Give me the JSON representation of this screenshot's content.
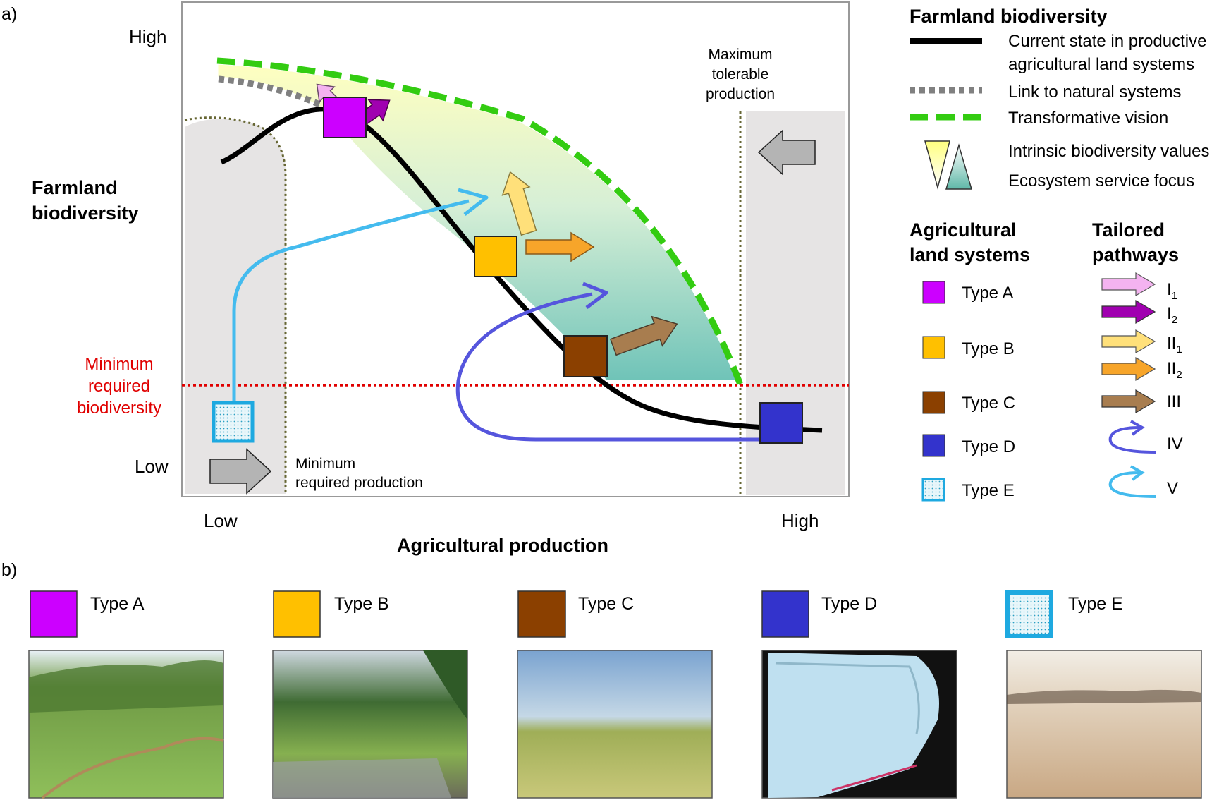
{
  "panel_a": {
    "label": "a)",
    "y_high": "High",
    "y_low": "Low",
    "x_low": "Low",
    "x_high": "High",
    "x_title": "Agricultural production",
    "y_title_line1": "Farmland",
    "y_title_line2": "biodiversity",
    "min_bio_line1": "Minimum",
    "min_bio_line2": "required",
    "min_bio_line3": "biodiversity",
    "min_prod_line1": "Minimum",
    "min_prod_line2": "required production",
    "max_prod_line1": "Maximum",
    "max_prod_line2": "tolerable",
    "max_prod_line3": "production"
  },
  "legend": {
    "title": "Farmland biodiversity",
    "current_line1": "Current state in productive",
    "current_line2": "agricultural land systems",
    "natural": "Link to natural systems",
    "vision": "Transformative vision",
    "intrinsic": "Intrinsic biodiversity values",
    "ecosystem": "Ecosystem service focus",
    "systems_line1": "Agricultural",
    "systems_line2": "land systems",
    "pathways_line1": "Tailored",
    "pathways_line2": "pathways",
    "types": [
      {
        "label": "Type A",
        "color": "#cc00ff"
      },
      {
        "label": "Type B",
        "color": "#ffc000"
      },
      {
        "label": "Type C",
        "color": "#8b4000"
      },
      {
        "label": "Type D",
        "color": "#3333cc"
      },
      {
        "label": "Type E",
        "color": "#29b1e8"
      }
    ],
    "pathway_I": "I",
    "pathway_II": "II",
    "pathway_III": "III",
    "pathway_IV": "IV",
    "pathway_V": "V",
    "sub1": "1",
    "sub2": "2"
  },
  "panel_b": {
    "label": "b)",
    "types": [
      "Type A",
      "Type B",
      "Type C",
      "Type D",
      "Type E"
    ]
  },
  "colors": {
    "vision_green": "#33cc11",
    "natural_gray": "#808080",
    "min_bio_red": "#e00000",
    "pathway_I1": "#f4b3f0",
    "pathway_I2": "#a000b0",
    "pathway_II1": "#ffe07a",
    "pathway_II2": "#f7a52a",
    "pathway_III": "#a87d4f",
    "pathway_IV": "#5555dd",
    "pathway_V": "#44bbee"
  }
}
